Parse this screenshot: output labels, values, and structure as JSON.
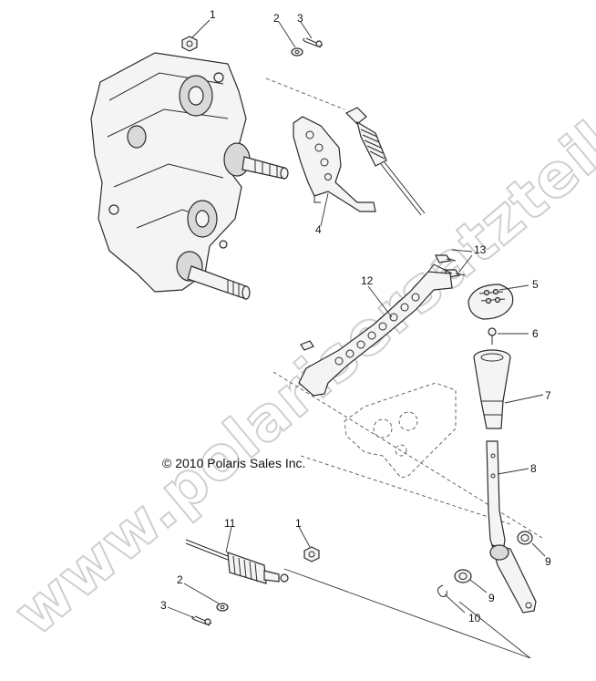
{
  "watermark": "www.polarisersatzteile.de",
  "copyright": "© 2010 Polaris Sales Inc.",
  "callouts": {
    "c1a": "1",
    "c2a": "2",
    "c3a": "3",
    "c4": "4",
    "c5": "5",
    "c6": "6",
    "c7": "7",
    "c8": "8",
    "c9a": "9",
    "c9b": "9",
    "c10": "10",
    "c11": "11",
    "c12": "12",
    "c13": "13",
    "c1b": "1",
    "c2b": "2",
    "c3b": "3"
  }
}
